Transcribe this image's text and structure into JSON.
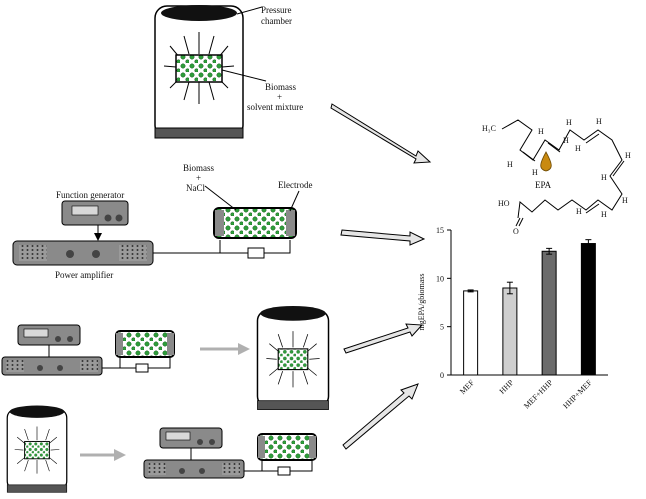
{
  "labels": {
    "pressure_chamber_1": "Pressure",
    "pressure_chamber_2": "chamber",
    "biomass_mix_1": "Biomass",
    "biomass_mix_2": "+",
    "biomass_mix_3": "solvent mixture",
    "biomass_nacl_1": "Biomass",
    "biomass_nacl_2": "+",
    "biomass_nacl_3": "NaCl",
    "electrode": "Electrode",
    "function_generator": "Function generator",
    "power_amplifier": "Power amplifier",
    "epa": "EPA",
    "epa_ch3": "H₃C",
    "epa_ho": "HO",
    "epa_o": "O"
  },
  "colors": {
    "biomass": "#2e9e3a",
    "device_gray": "#8a8a8a",
    "arrow_gray": "#b0b0b0",
    "oil_drop": "#c98a10"
  },
  "chart_data": {
    "type": "bar",
    "ylabel": "mgEPA/gbiomass",
    "ylim": [
      0,
      15
    ],
    "yticks": [
      0,
      5,
      10,
      15
    ],
    "categories": [
      "MEF",
      "HHP",
      "MEF+HHP",
      "HHP+MEF"
    ],
    "values": [
      8.7,
      9.0,
      12.8,
      13.6
    ],
    "errors": [
      0.1,
      0.6,
      0.3,
      0.4
    ],
    "bar_colors": [
      "#ffffff",
      "#cfcfcf",
      "#6b6b6b",
      "#000000"
    ]
  }
}
